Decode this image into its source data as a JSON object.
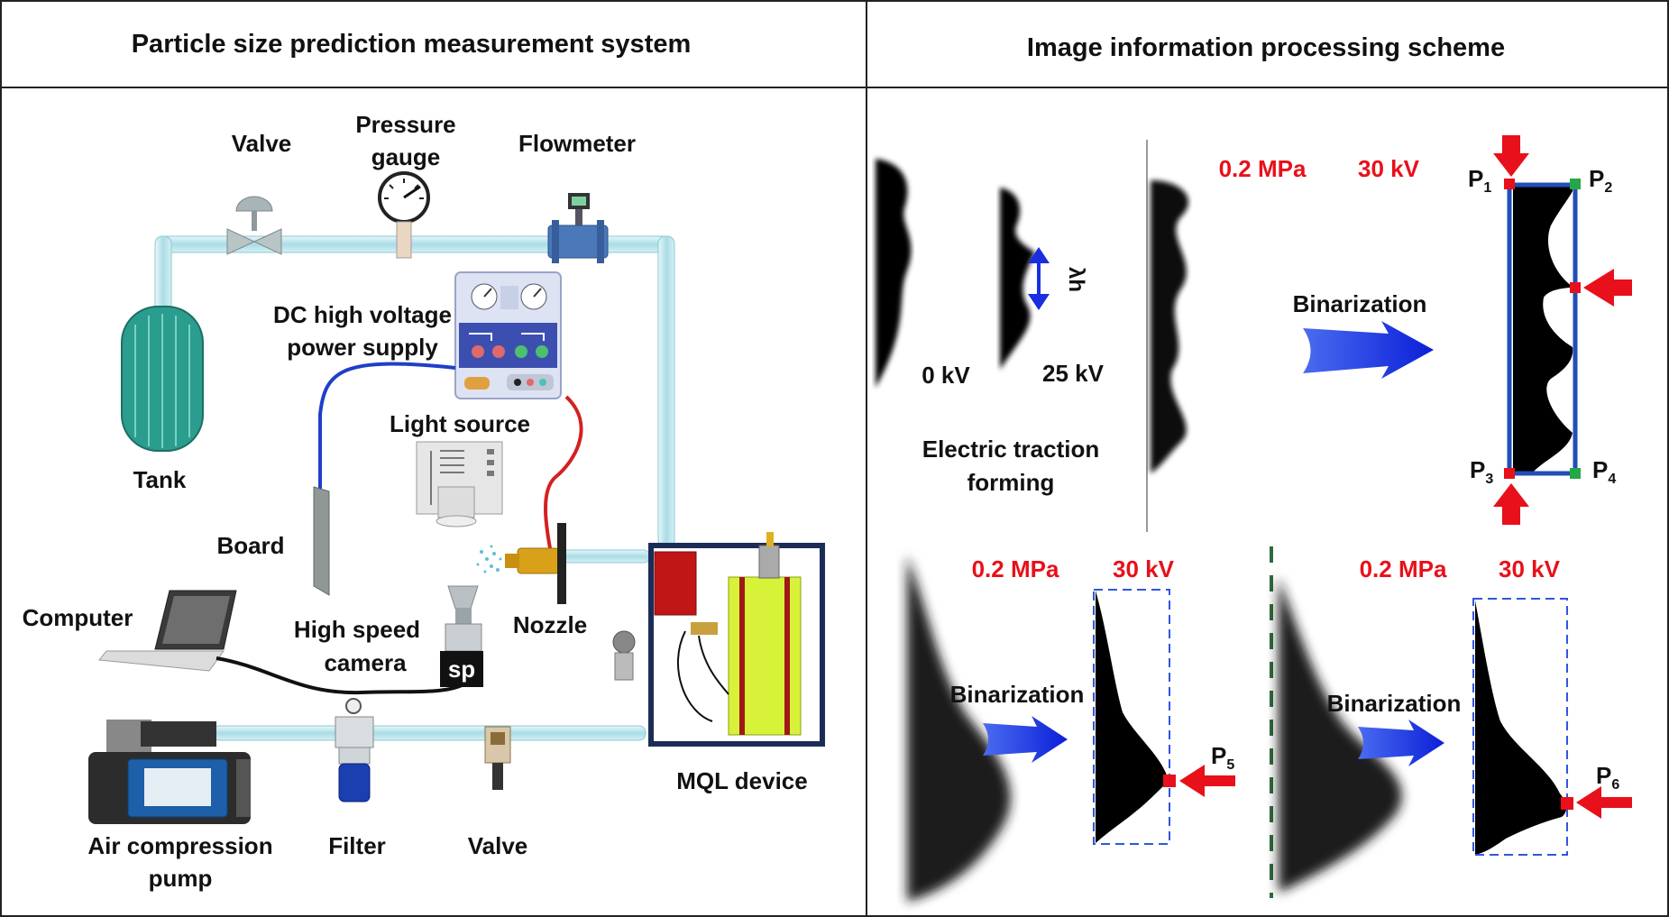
{
  "left_panel": {
    "title": "Particle size prediction measurement system",
    "labels": {
      "valve_top": "Valve",
      "pressure_gauge_1": "Pressure",
      "pressure_gauge_2": "gauge",
      "flowmeter": "Flowmeter",
      "dc_supply_1": "DC high voltage",
      "dc_supply_2": "power supply",
      "light_source": "Light source",
      "tank": "Tank",
      "board": "Board",
      "computer": "Computer",
      "camera_1": "High speed",
      "camera_2": "camera",
      "camera_badge": "sp",
      "nozzle": "Nozzle",
      "mql_device": "MQL device",
      "air_pump_1": "Air compression",
      "air_pump_2": "pump",
      "filter": "Filter",
      "valve_bottom": "Valve"
    }
  },
  "right_panel": {
    "title": "Image information processing scheme",
    "top": {
      "label_0kv": "0 kV",
      "label_25kv": "25 kV",
      "lambda_label": "λh",
      "caption_1": "Electric traction",
      "caption_2": "forming",
      "pressure": "0.2 MPa",
      "voltage": "30 kV",
      "binarization": "Binarization",
      "points": [
        "P",
        "P",
        "P",
        "P"
      ],
      "point_subs": [
        "1",
        "2",
        "3",
        "4"
      ]
    },
    "bottom_left": {
      "pressure": "0.2 MPa",
      "voltage": "30 kV",
      "binarization": "Binarization",
      "point": "P",
      "point_sub": "5"
    },
    "bottom_right": {
      "pressure": "0.2 MPa",
      "voltage": "30 kV",
      "binarization": "Binarization",
      "point": "P",
      "point_sub": "6"
    }
  },
  "colors": {
    "pipe": "#bfe6ee",
    "tank": "#2a9d8f",
    "arrow_blue": "#1a2ee0",
    "highlight_red": "#e8101a",
    "marker_green": "#25a745",
    "box_blue": "#1f4fb8",
    "dashed_blue": "#3355dd",
    "mql_yellow": "#d8f23a"
  }
}
